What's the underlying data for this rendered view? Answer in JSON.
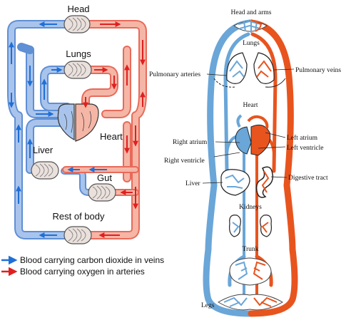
{
  "left_diagram": {
    "labels": {
      "head": "Head",
      "lungs": "Lungs",
      "heart": "Heart",
      "liver": "Liver",
      "gut": "Gut",
      "rest_of_body": "Rest of body"
    },
    "legend": {
      "veins": "Blood carrying carbon dioxide in veins",
      "arteries": "Blood carrying oxygen in arteries"
    }
  },
  "right_diagram": {
    "labels": {
      "head_arms": "Head and arms",
      "lungs": "Lungs",
      "pulmonary_arteries": "Pulmonary arteries",
      "pulmonary_veins": "Pulmonary veins",
      "heart": "Heart",
      "right_atrium": "Right atrium",
      "left_atrium": "Left atrium",
      "right_ventricle": "Right ventricle",
      "left_ventricle": "Left ventricle",
      "liver": "Liver",
      "digestive_tract": "Digestive tract",
      "kidneys": "Kidneys",
      "trunk": "Trunk",
      "legs": "Legs"
    }
  },
  "colors": {
    "vein_blue": "#5f8fd4",
    "vein_fill": "#a9c4ec",
    "artery_red": "#e86a5a",
    "artery_fill": "#f5b6a6",
    "arrow_blue": "#1f6fd6",
    "arrow_red": "#e02020",
    "right_blue": "#6aa6d8",
    "right_red": "#e8541e"
  }
}
